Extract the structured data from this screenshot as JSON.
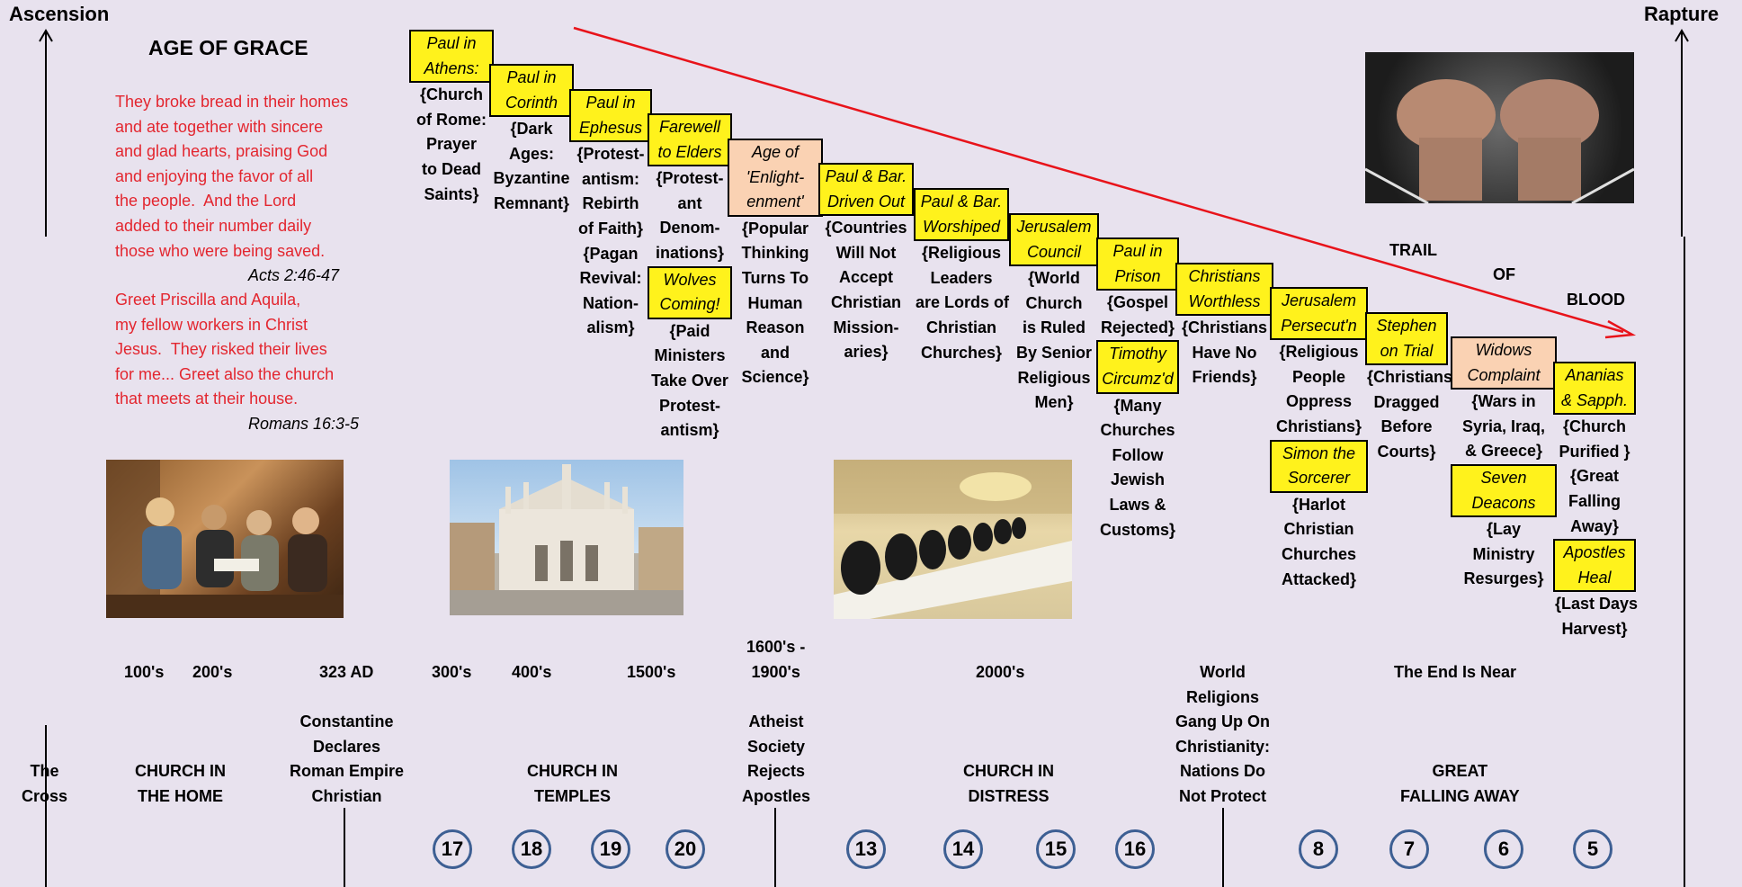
{
  "header": {
    "ascension": "Ascension",
    "rapture": "Rapture",
    "title": "AGE OF GRACE"
  },
  "verses": {
    "acts_text": "They broke bread in their homes\nand ate together with sincere\nand glad hearts, praising God\nand enjoying the favor of all\nthe people.  And the Lord\nadded to their number daily\nthose who were being saved.",
    "acts_ref": "Acts 2:46-47",
    "romans_text": "Greet Priscilla and Aquila,\nmy fellow workers in Christ\nJesus.  They risked their lives\nfor me... Greet also the church\nthat meets at their house.",
    "romans_ref": "Romans 16:3-5"
  },
  "columns": [
    {
      "boxes": [
        {
          "text": "Paul in\nAthens:"
        }
      ],
      "desc": "{Church\nof Rome:\nPrayer\nto Dead\nSaints}"
    },
    {
      "boxes": [
        {
          "text": "Paul in\nCorinth"
        }
      ],
      "desc": "{Dark\nAges:\nByzantine\nRemnant}"
    },
    {
      "boxes": [
        {
          "text": "Paul in\nEphesus"
        }
      ],
      "desc": "{Protest-\nantism:\nRebirth\nof Faith}\n{Pagan\nRevival:\nNation-\nalism}"
    },
    {
      "boxes": [
        {
          "text": "Farewell\nto Elders"
        }
      ],
      "desc": "{Protest-\nant\nDenom-\ninations}",
      "boxes2": [
        {
          "text": "Wolves\nComing!"
        }
      ],
      "desc2": "{Paid\nMinisters\nTake Over\nProtest-\nantism}"
    },
    {
      "boxes": [
        {
          "text": "Age of\n'Enlight-\nenment'",
          "peach": true
        }
      ],
      "desc": "{Popular\nThinking\nTurns To\nHuman\nReason\nand\nScience}"
    },
    {
      "boxes": [
        {
          "text": "Paul & Bar.\nDriven Out"
        }
      ],
      "desc": "{Countries\nWill Not\nAccept\nChristian\nMission-\naries}"
    },
    {
      "boxes": [
        {
          "text": "Paul & Bar.\nWorshiped"
        }
      ],
      "desc": "{Religious\nLeaders\nare Lords of\nChristian\nChurches}"
    },
    {
      "boxes": [
        {
          "text": "Jerusalem\nCouncil"
        }
      ],
      "desc": "{World\nChurch\nis Ruled\nBy Senior\nReligious\nMen}"
    },
    {
      "boxes": [
        {
          "text": "Paul in\nPrison"
        }
      ],
      "desc": "{Gospel\nRejected}",
      "boxes2": [
        {
          "text": "Timothy\nCircumz'd"
        }
      ],
      "desc2": "{Many\nChurches\nFollow\nJewish\nLaws &\nCustoms}"
    },
    {
      "boxes": [
        {
          "text": "Christians\nWorthless"
        }
      ],
      "desc": "{Christians\nHave No\nFriends}"
    },
    {
      "boxes": [
        {
          "text": "Jerusalem\nPersecut'n"
        }
      ],
      "desc": "{Religious\nPeople\nOppress\nChristians}",
      "boxes2": [
        {
          "text": "Simon the\nSorcerer"
        }
      ],
      "desc2": "{Harlot\nChristian\nChurches\nAttacked}"
    },
    {
      "boxes": [
        {
          "text": "Stephen\non Trial"
        }
      ],
      "desc": "{Christians\nDragged\nBefore\nCourts}"
    },
    {
      "boxes": [
        {
          "text": "Widows\nComplaint",
          "peach": true
        }
      ],
      "desc": "{Wars in\nSyria, Iraq,\n& Greece}",
      "boxes2": [
        {
          "text": "Seven\nDeacons"
        }
      ],
      "desc2": "{Lay\nMinistry\nResurges}"
    },
    {
      "boxes": [
        {
          "text": "Ananias\n& Sapph."
        }
      ],
      "desc": "{Church\nPurified }\n{Great\nFalling\nAway}",
      "boxes2": [
        {
          "text": "Apostles\nHeal"
        }
      ],
      "desc2": "{Last Days\nHarvest}"
    }
  ],
  "trail": {
    "w1": "TRAIL",
    "w2": "OF",
    "w3": "BLOOD"
  },
  "dates": [
    "100's",
    "200's",
    "323 AD",
    "300's",
    "400's",
    "1500's",
    "1600's -\n1900's",
    "2000's",
    "World\nReligions\nGang Up On\nChristianity:\nNations Do\nNot Protect",
    "The End Is Near"
  ],
  "eras": [
    "The\nCross",
    "CHURCH IN\nTHE HOME",
    "Constantine\nDeclares\nRoman Empire\nChristian",
    "CHURCH IN\nTEMPLES",
    "Atheist\nSociety\nRejects\nApostles",
    "CHURCH IN\nDISTRESS",
    "GREAT\nFALLING AWAY"
  ],
  "circles": [
    "17",
    "18",
    "19",
    "20",
    "13",
    "14",
    "15",
    "16",
    "8",
    "7",
    "6",
    "5"
  ],
  "colors": {
    "box": "#fff21c",
    "peach": "#fad2b3",
    "verse": "#e3262f",
    "circle": "#3d5f93",
    "arrow": "#e8131a"
  }
}
